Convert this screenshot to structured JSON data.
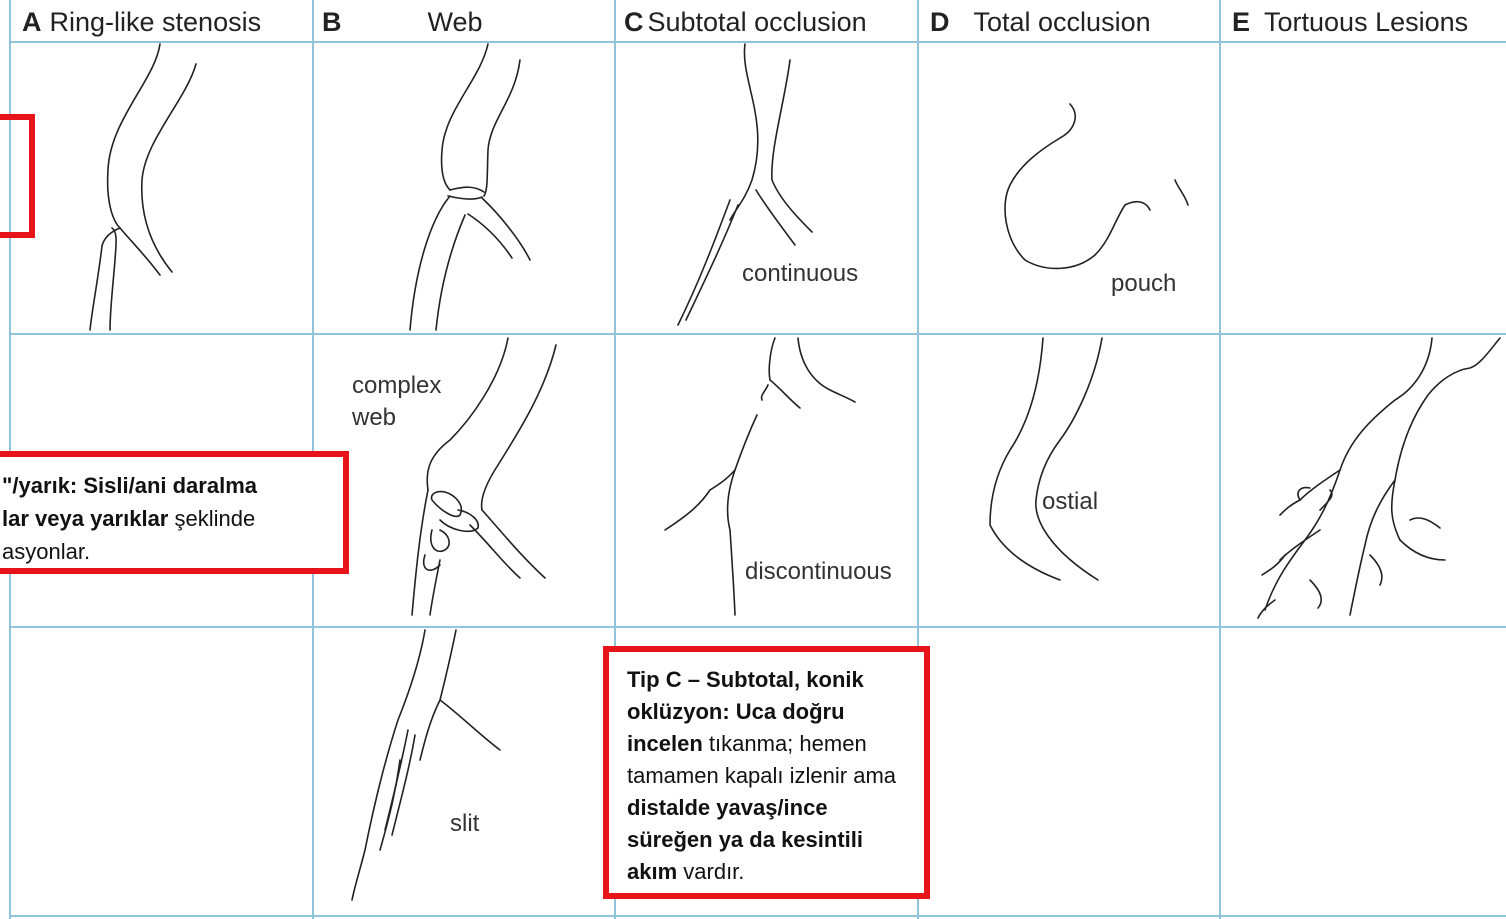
{
  "columns": [
    {
      "letter": "A",
      "title": "Ring-like stenosis"
    },
    {
      "letter": "B",
      "title": "Web"
    },
    {
      "letter": "C",
      "title": "Subtotal occlusion"
    },
    {
      "letter": "D",
      "title": "Total occlusion"
    },
    {
      "letter": "E",
      "title": "Tortuous Lesions"
    }
  ],
  "labels": {
    "continuous": "continuous",
    "pouch": "pouch",
    "complex_web": "complex\nweb",
    "discontinuous": "discontinuous",
    "ostial": "ostial",
    "slit": "slit"
  },
  "callouts": {
    "b_web": {
      "line1_bold": "\"/yarık: Sisli/ani daralma",
      "line2_bold": "lar veya yarıklar",
      "line2_rest": " şeklinde",
      "line3": "asyonlar."
    },
    "c_subtotal": {
      "bold1": "Tip C – Subtotal, konik oklüzyon: Uca doğru incelen",
      "text1": " tıkanma; hemen tamamen kapalı izlenir ama ",
      "bold2": "distalde yavaş/ince süreğen ya da kesintili akım",
      "text2": " vardır."
    }
  },
  "colors": {
    "grid": "#8fc4db",
    "callout_border": "#e8141b",
    "stroke": "#222222"
  }
}
